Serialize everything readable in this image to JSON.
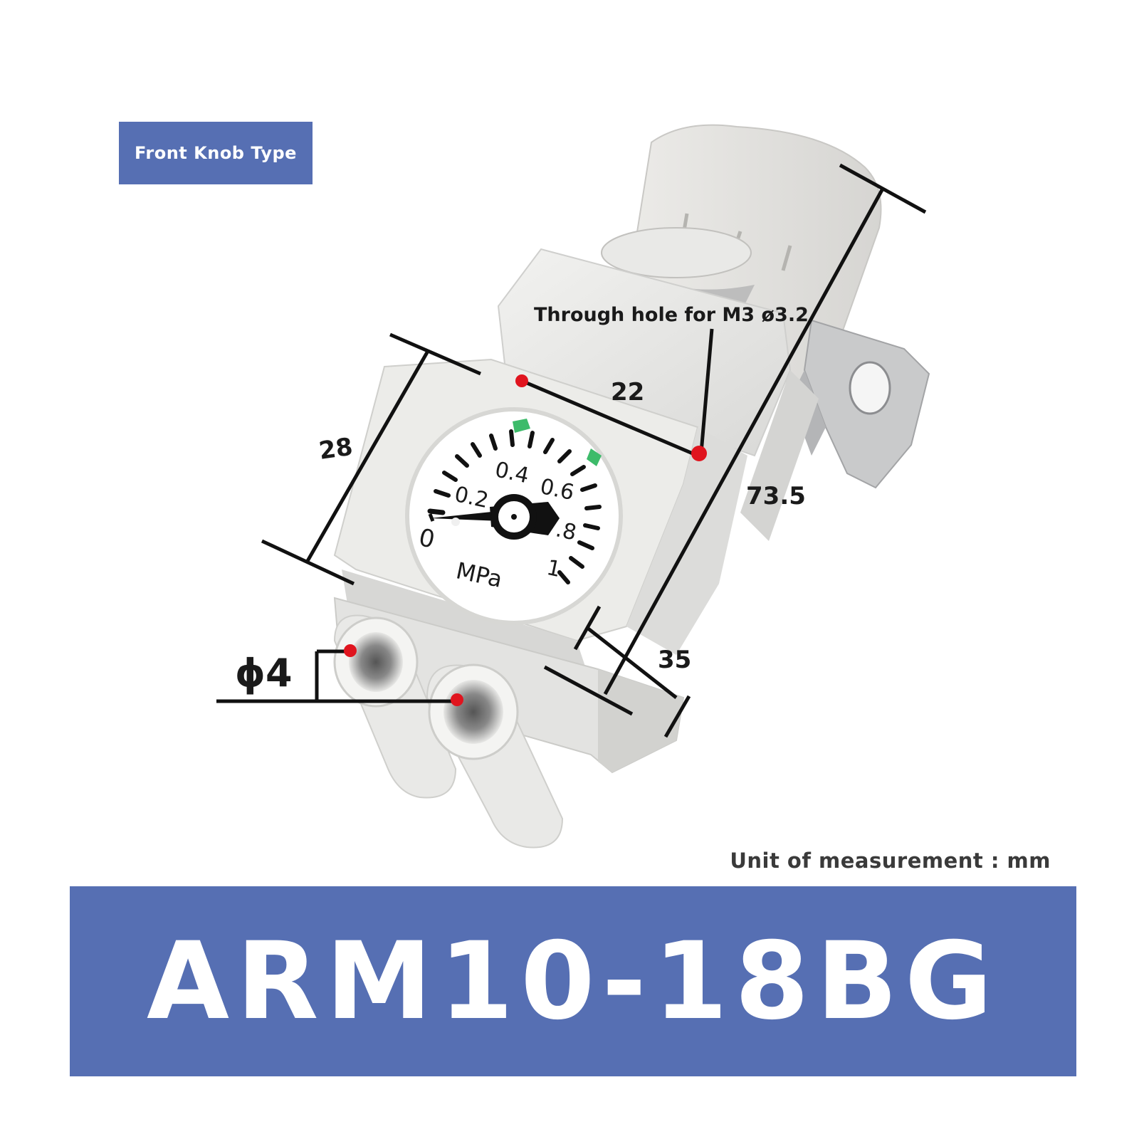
{
  "tag_label": "Front Knob Type",
  "unit_note": "Unit of measurement : mm",
  "model": "ARM10-18BG",
  "annotations": {
    "hole": "Through hole for M3 ø3.2",
    "dim_22": "22",
    "dim_28": "28",
    "dim_73_5": "73.5",
    "dim_35": "35",
    "dim_phi4": "ϕ4"
  },
  "gauge": {
    "ticks": [
      "0",
      "0.2",
      "0.4",
      "0.6",
      ".8",
      "1"
    ],
    "unit": "MPa"
  },
  "colors": {
    "banner": "#566fb3",
    "marker": "#e0141e",
    "body": "#e6e6e4",
    "gauge_green": "#3dbb6a"
  }
}
